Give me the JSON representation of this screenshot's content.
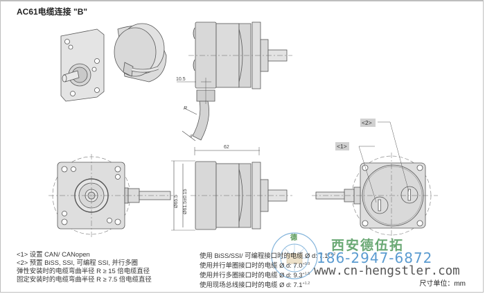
{
  "title": "AC61电缆连接 \"B\"",
  "drawing": {
    "dimensions": {
      "cable_offset": "10.5",
      "bend_radius": "R",
      "cable_diameter": "d",
      "length": "62",
      "outer_diameter": "Ø65.5",
      "pilot_diameter": "Ø61.5±0.15"
    },
    "callouts": [
      "<1>",
      "<2>"
    ]
  },
  "notes_left": [
    "<1> 设置 CAN/ CANopen",
    "<2> 预置 BiSS, SSI, 可编程 SSI, 并行多圈",
    "弹性安装时的电缆弯曲半径 R ≥ 15 倍电缆直径",
    "固定安装时的电缆弯曲半径 R ≥ 7.5 倍电缆直径"
  ],
  "notes_right": [
    {
      "text": "使用 BiSS/SSI/ 可编程接口时的电缆 Ø d:",
      "value": "7.1",
      "tol": "+1.2"
    },
    {
      "text": "使用并行单圈接口时的电缆 Ø d:",
      "value": "7.0",
      "tol": "+0.9"
    },
    {
      "text": "使用并行多圈接口时的电缆 Ø d:",
      "value": "9.3",
      "tol": "+1.5"
    },
    {
      "text": "使用现场总线接口时的电缆 Ø d:",
      "value": "7.1",
      "tol": "+1.2"
    }
  ],
  "unit_label": "尺寸单位：mm",
  "watermark": {
    "company": "西安德伍拓",
    "phone": "186-2947-6872",
    "url": "www.cn-hengstler.com",
    "logo_char": "德",
    "colors": {
      "green": "#6aa874",
      "blue": "#5a9bd0"
    }
  }
}
